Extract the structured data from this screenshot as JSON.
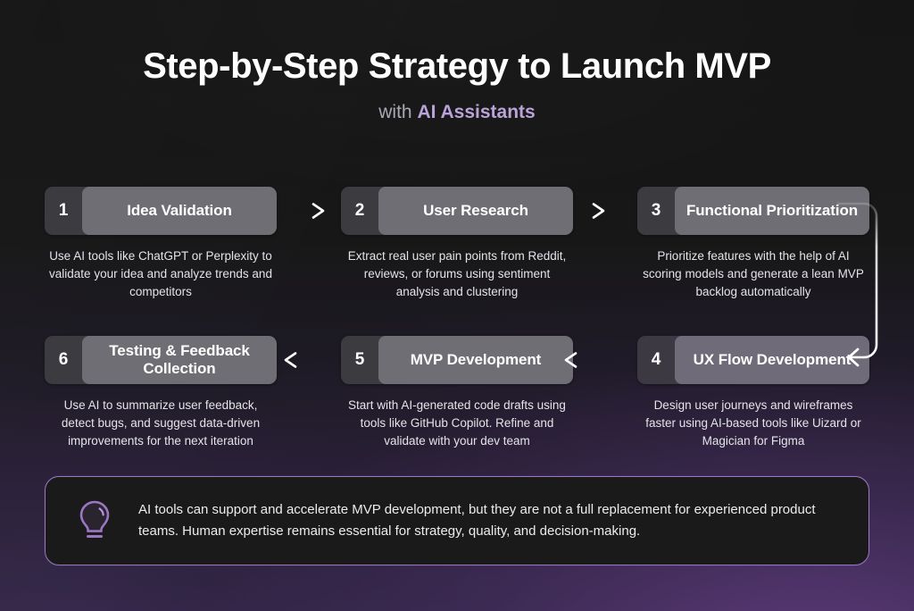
{
  "header": {
    "title": "Step-by-Step Strategy to Launch MVP",
    "subtitle_prefix": "with ",
    "subtitle_accent": "AI Assistants"
  },
  "colors": {
    "accent_purple": "#b9a3d9",
    "note_border": "#9a76c4",
    "chip_number_bg": "#3c3c40",
    "chip_title_bg": "#6e6e74",
    "canvas_top": "#171717",
    "canvas_bottom": "#342a44",
    "text_primary": "#ffffff",
    "text_secondary": "#e4e4e8"
  },
  "steps": [
    {
      "number": "1",
      "title": "Idea Validation",
      "description": "Use AI tools like ChatGPT or Perplexity to validate your idea and analyze trends and competitors"
    },
    {
      "number": "2",
      "title": "User Research",
      "description": "Extract real user pain points from Reddit, reviews, or forums using sentiment analysis and clustering"
    },
    {
      "number": "3",
      "title": "Functional Prioritization",
      "description": "Prioritize features with the help of AI scoring models and generate a lean MVP backlog automatically"
    },
    {
      "number": "4",
      "title": "UX Flow Development",
      "description": "Design user journeys and wireframes faster using AI-based tools like Uizard or Magician for Figma"
    },
    {
      "number": "5",
      "title": "MVP Development",
      "description": "Start with AI-generated code drafts using tools like GitHub Copilot. Refine and validate with your dev team"
    },
    {
      "number": "6",
      "title": "Testing & Feedback Collection",
      "description": "Use AI to summarize user feedback, detect bugs, and suggest data-driven improvements for the next iteration"
    }
  ],
  "connectors": [
    {
      "name": "arrow-step1-to-step2",
      "direction": "right"
    },
    {
      "name": "arrow-step2-to-step3",
      "direction": "right"
    },
    {
      "name": "arrow-step3-to-step4",
      "direction": "curve-down-left"
    },
    {
      "name": "arrow-step4-to-step5",
      "direction": "left"
    },
    {
      "name": "arrow-step5-to-step6",
      "direction": "left"
    }
  ],
  "note": {
    "icon": "lightbulb-icon",
    "text": "AI tools can support and accelerate MVP development, but they are not a full replacement for experienced product teams. Human expertise remains essential for strategy, quality, and decision-making."
  }
}
